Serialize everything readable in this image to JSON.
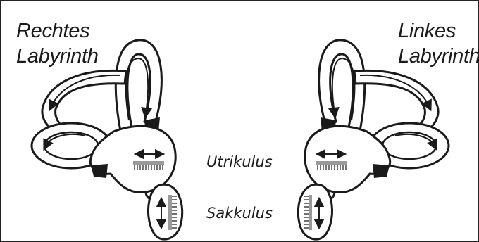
{
  "left_title": {
    "line1": "Rechtes",
    "line2": "Labyrinth"
  },
  "right_title": {
    "line1": "Linkes",
    "line2": "Labyrinth"
  },
  "labels": {
    "utricle": "Utrikulus",
    "saccule": "Sakkulus"
  },
  "colors": {
    "ink": "#1a1a1a",
    "macula": "#9a9a9a",
    "background": "#ffffff"
  }
}
